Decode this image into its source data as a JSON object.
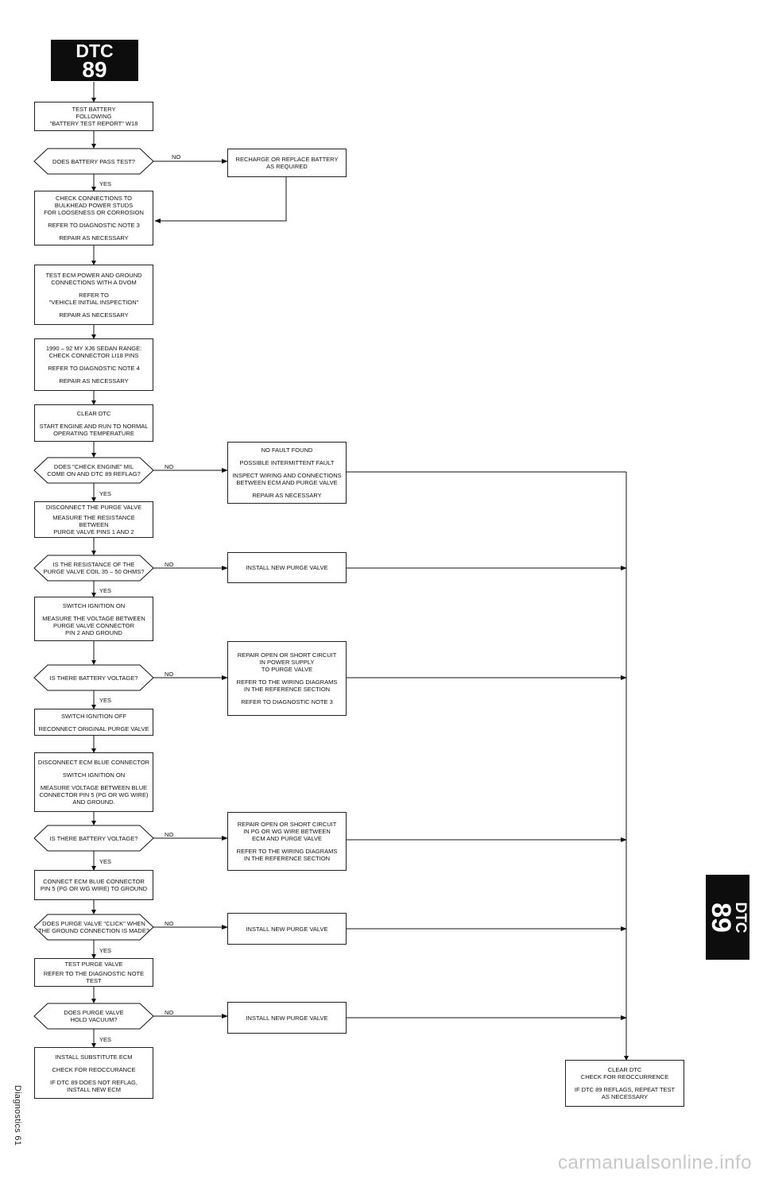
{
  "badge_top": {
    "title": "DTC",
    "number": "89"
  },
  "badge_side": {
    "title": "DTC",
    "number": "89"
  },
  "footer": "Diagnostics 61",
  "watermark": "carmanualsonline.info",
  "labels": {
    "yes": "YES",
    "no": "NO"
  },
  "steps": {
    "s1": "TEST BATTERY\nFOLLOWING\n\"BATTERY TEST REPORT\" W18",
    "q1": "DOES BATTERY PASS TEST?",
    "r1": "RECHARGE OR REPLACE BATTERY\nAS REQUIRED",
    "s2a": "CHECK CONNECTIONS TO\nBULKHEAD POWER STUDS\nFOR LOOSENESS OR CORROSION",
    "s2b": "REFER TO DIAGNOSTIC NOTE 3",
    "s2c": "REPAIR AS NECESSARY",
    "s3a": "TEST ECM POWER AND GROUND\nCONNECTIONS WITH A DVOM",
    "s3b": "REFER TO\n\"VEHICLE INITIAL INSPECTION\"",
    "s3c": "REPAIR AS NECESSARY",
    "s4a": "1990 – 92 MY XJ6 SEDAN RANGE:\nCHECK CONNECTOR LI18 PINS",
    "s4b": "REFER TO DIAGNOSTIC NOTE 4",
    "s4c": "REPAIR AS NECESSARY",
    "s5a": "CLEAR DTC",
    "s5b": "START ENGINE AND RUN TO NORMAL\nOPERATING TEMPERATURE",
    "q2": "DOES \"CHECK ENGINE\" MIL\nCOME ON AND DTC 89 REFLAG?",
    "r2a": "NO FAULT FOUND",
    "r2b": "POSSIBLE INTERMITTENT FAULT",
    "r2c": "INSPECT WIRING AND CONNECTIONS\nBETWEEN ECM AND PURGE VALVE",
    "r2d": "REPAIR AS NECESSARY",
    "s6a": "DISCONNECT THE PURGE VALVE",
    "s6b": "MEASURE THE RESISTANCE BETWEEN\nPURGE VALVE PINS 1 AND 2",
    "q3": "IS THE RESISTANCE OF THE\nPURGE VALVE COIL 35 – 50 OHMS?",
    "r3": "INSTALL NEW PURGE VALVE",
    "s7a": "SWITCH IGNITION ON",
    "s7b": "MEASURE THE VOLTAGE BETWEEN\nPURGE VALVE CONNECTOR\nPIN 2 AND GROUND",
    "q4": "IS THERE BATTERY VOLTAGE?",
    "r4a": "REPAIR OPEN OR SHORT CIRCUIT\nIN POWER SUPPLY\nTO PURGE VALVE",
    "r4b": "REFER TO THE WIRING DIAGRAMS\nIN THE REFERENCE SECTION",
    "r4c": "REFER TO DIAGNOSTIC NOTE 3",
    "s8a": "SWITCH IGNITION OFF",
    "s8b": "RECONNECT ORIGINAL PURGE VALVE",
    "s9a": "DISCONNECT ECM BLUE CONNECTOR",
    "s9b": "SWITCH IGNITION ON",
    "s9c": "MEASURE VOLTAGE BETWEEN BLUE\nCONNECTOR PIN 5 (PG OR WG WIRE)\nAND GROUND.",
    "q5": "IS THERE BATTERY VOLTAGE?",
    "r5a": "REPAIR OPEN OR SHORT CIRCUIT\nIN PG OR WG WIRE BETWEEN\nECM AND PURGE VALVE",
    "r5b": "REFER TO THE WIRING DIAGRAMS\nIN THE REFERENCE SECTION",
    "s10": "CONNECT ECM BLUE CONNECTOR\nPIN 5 (PG OR WG WIRE) TO GROUND",
    "q6": "DOES PURGE VALVE \"CLICK\" WHEN\nTHE GROUND CONNECTION IS MADE?",
    "r6": "INSTALL NEW PURGE VALVE",
    "s11a": "TEST PURGE VALVE",
    "s11b": "REFER TO THE DIAGNOSTIC NOTE TEST",
    "q7": "DOES PURGE VALVE\nHOLD VACUUM?",
    "r7": "INSTALL NEW PURGE VALVE",
    "s12a": "INSTALL SUBSTITUTE ECM",
    "s12b": "CHECK FOR REOCCURANCE",
    "s12c": "IF DTC 89 DOES NOT REFLAG,\nINSTALL NEW ECM",
    "endA": "CLEAR DTC\nCHECK FOR REOCCURRENCE",
    "endB": "IF DTC 89 REFLAGS, REPEAT TEST\nAS NECESSARY"
  }
}
